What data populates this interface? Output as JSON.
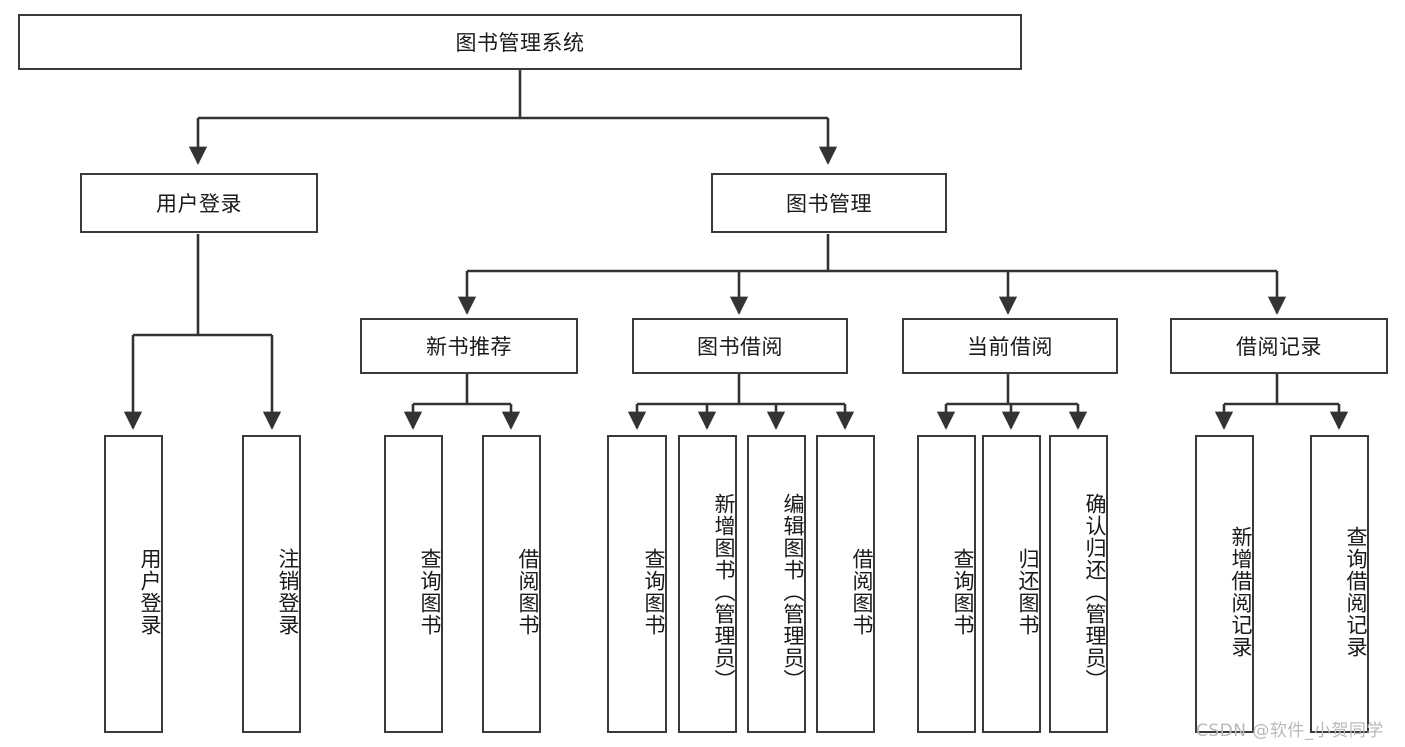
{
  "diagram": {
    "type": "tree-hierarchy-chart",
    "title": "图书管理系统",
    "orientation": "top-down",
    "box_fill": "#ffffff",
    "box_stroke": "#3a3a3a",
    "connector_color": "#333333",
    "levels": [
      {
        "level": 0,
        "nodes": [
          {
            "id": "root",
            "label": "图书管理系统",
            "text_dir": "horizontal"
          }
        ]
      },
      {
        "level": 1,
        "nodes": [
          {
            "id": "login",
            "label": "用户登录",
            "text_dir": "horizontal",
            "parent": "root"
          },
          {
            "id": "bookmgmt",
            "label": "图书管理",
            "text_dir": "horizontal",
            "parent": "root"
          }
        ]
      },
      {
        "level": 2,
        "nodes": [
          {
            "id": "newrec",
            "label": "新书推荐",
            "text_dir": "horizontal",
            "parent": "bookmgmt"
          },
          {
            "id": "borrow",
            "label": "图书借阅",
            "text_dir": "horizontal",
            "parent": "bookmgmt"
          },
          {
            "id": "current",
            "label": "当前借阅",
            "text_dir": "horizontal",
            "parent": "bookmgmt"
          },
          {
            "id": "records",
            "label": "借阅记录",
            "text_dir": "horizontal",
            "parent": "bookmgmt"
          }
        ]
      },
      {
        "level": 3,
        "nodes": [
          {
            "id": "leaf1",
            "label": "用户登录",
            "text_dir": "vertical",
            "parent": "login"
          },
          {
            "id": "leaf2",
            "label": "注销登录",
            "text_dir": "vertical",
            "parent": "login"
          },
          {
            "id": "leaf3",
            "label": "查询图书",
            "text_dir": "vertical",
            "parent": "newrec"
          },
          {
            "id": "leaf4",
            "label": "借阅图书",
            "text_dir": "vertical",
            "parent": "newrec"
          },
          {
            "id": "leaf5",
            "label": "查询图书",
            "text_dir": "vertical",
            "parent": "borrow"
          },
          {
            "id": "leaf6",
            "label": "新增图书（管理员）",
            "text_dir": "vertical",
            "parent": "borrow"
          },
          {
            "id": "leaf7",
            "label": "编辑图书（管理员）",
            "text_dir": "vertical",
            "parent": "borrow"
          },
          {
            "id": "leaf8",
            "label": "借阅图书",
            "text_dir": "vertical",
            "parent": "borrow"
          },
          {
            "id": "leaf9",
            "label": "查询图书",
            "text_dir": "vertical",
            "parent": "current"
          },
          {
            "id": "leaf10",
            "label": "归还图书",
            "text_dir": "vertical",
            "parent": "current"
          },
          {
            "id": "leaf11",
            "label": "确认归还（管理员）",
            "text_dir": "vertical",
            "parent": "current"
          },
          {
            "id": "leaf12",
            "label": "新增借阅记录",
            "text_dir": "vertical",
            "parent": "records"
          },
          {
            "id": "leaf13",
            "label": "查询借阅记录",
            "text_dir": "vertical",
            "parent": "records"
          }
        ]
      }
    ]
  },
  "watermark": {
    "text": "CSDN @软件_小贺同学",
    "color": "#b9b9b9"
  }
}
